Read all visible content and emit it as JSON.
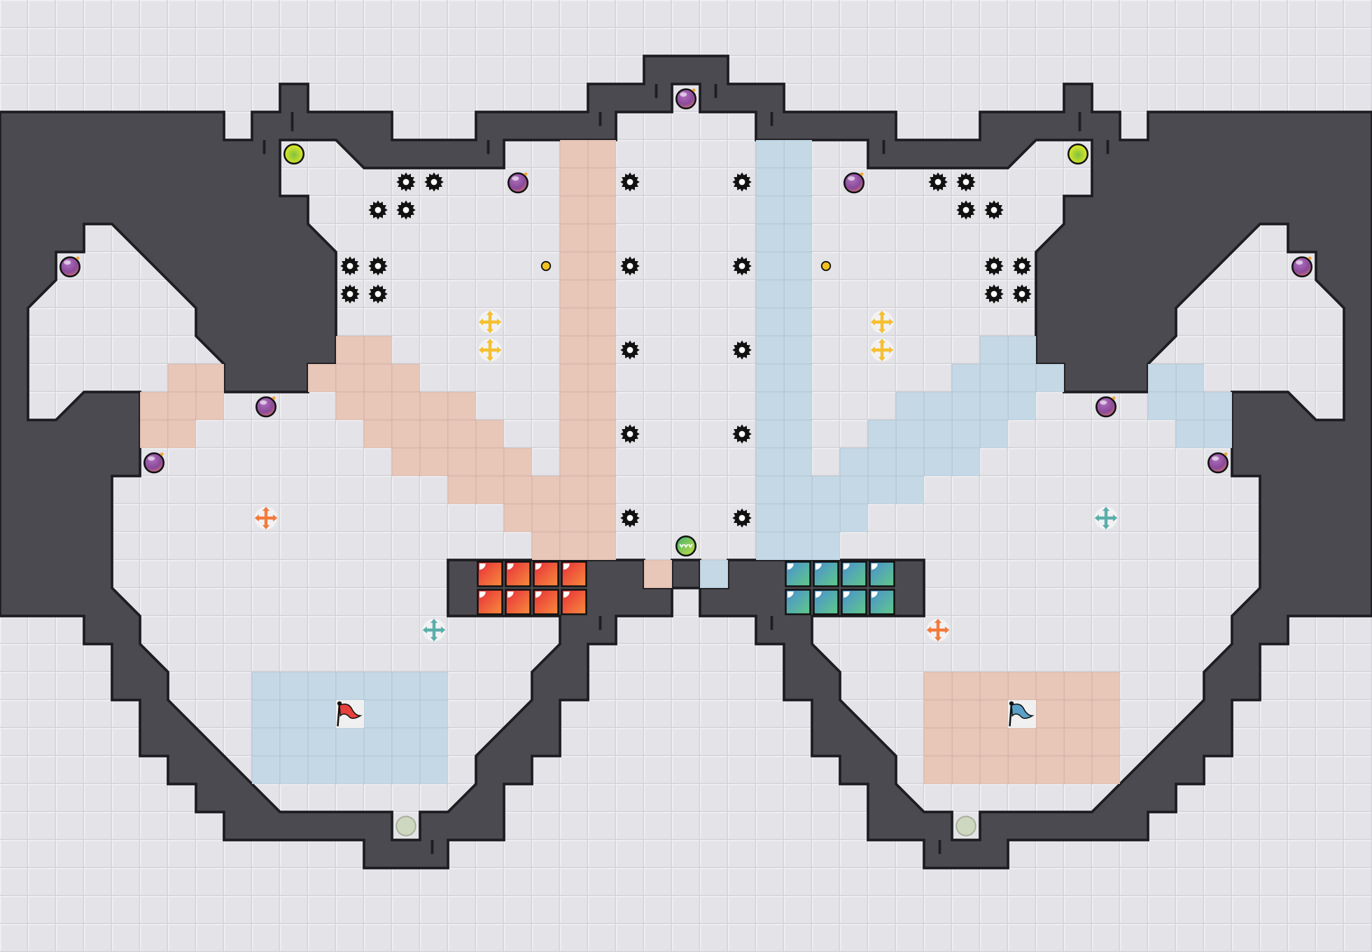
{
  "game": {
    "mode": "capture-the-flag",
    "teams": [
      "red",
      "blue"
    ]
  },
  "colors": {
    "floor": "#e4e4e8",
    "floor_light": "#f1f1f4",
    "floor_dark": "#d2d2d8",
    "wall": "#4b4a50",
    "wall_edge": "#1e1e22",
    "red_zone": "#e8c6b8",
    "blue_zone": "#c4d8e6",
    "red_gate": "#ec4436",
    "red_gate_2": "#f47a3c",
    "blue_gate": "#4a98c8",
    "blue_gate_2": "#5cc490",
    "bomb": "#9a4a9a",
    "bomb_2": "#e07a6a",
    "spike": "#111111",
    "yellow_boost": "#f5c030",
    "red_boost": "#f47a3c",
    "blue_boost": "#5aaeaa",
    "speed_ball": "#e8f020",
    "center_ball": "#58c060",
    "portal": "#ced8c0",
    "small_dot": "#f0c020"
  },
  "icons": {
    "bomb": "bomb-icon",
    "spike": "spike-icon",
    "boost": "boost-pad-icon",
    "flag": "flag-icon",
    "gate": "gate-tile",
    "portal": "portal-icon",
    "powerup": "powerup-icon"
  }
}
